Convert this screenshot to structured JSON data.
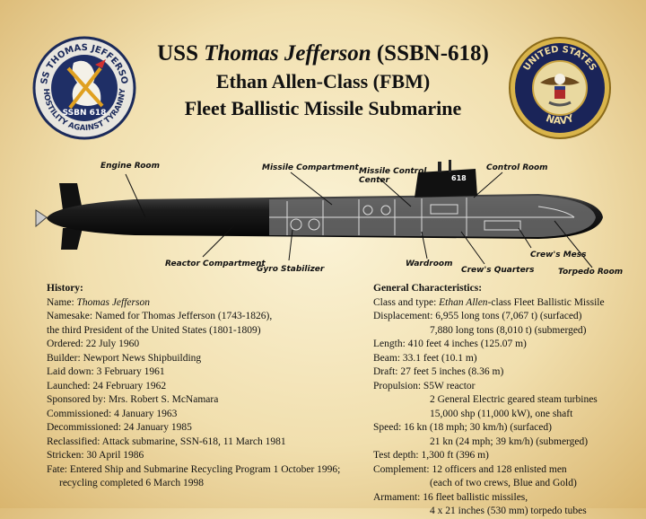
{
  "title": {
    "prefix": "USS ",
    "name": "Thomas Jefferson",
    "suffix": " (SSBN-618)",
    "line2": "Ethan Allen-Class (FBM)",
    "line3": "Fleet Ballistic Missile Submarine"
  },
  "patch": {
    "top_text": "USS THOMAS JEFFERSON",
    "hull": "SSBN 618",
    "motto": "HOSTILITY AGAINST TYRANNY"
  },
  "navy_seal": {
    "top_text": "UNITED STATES",
    "bottom_text": "NAVY"
  },
  "sail_number": "618",
  "callouts": {
    "engine_room": "Engine Room",
    "missile_compartment": "Missile Compartment",
    "missile_control_center_1": "Missile Control",
    "missile_control_center_2": "Center",
    "control_room": "Control Room",
    "reactor_compartment": "Reactor Compartment",
    "gyro_stabilizer": "Gyro Stabilizer",
    "wardroom": "Wardroom",
    "crews_quarters": "Crew's Quarters",
    "crews_mess": "Crew's Mess",
    "torpedo_room": "Torpedo Room"
  },
  "history": {
    "heading": "History:",
    "name_label": "Name: ",
    "name_value": "Thomas Jefferson",
    "lines": [
      "Namesake:  Named for Thomas Jefferson (1743-1826),",
      "the third President of the United States (1801-1809)",
      "Ordered: 22 July 1960",
      "Builder: Newport News Shipbuilding",
      "Laid down: 3 February 1961",
      "Launched: 24 February 1962",
      "Sponsored by:  Mrs. Robert S. McNamara",
      "Commissioned: 4 January 1963",
      "Decommissioned: 24 January 1985",
      "Reclassified:  Attack submarine, SSN-618, 11 March 1981",
      "Stricken: 30 April 1986",
      "Fate: Entered Ship and Submarine Recycling Program 1 October 1996;"
    ],
    "last_line": "recycling completed 6 March 1998"
  },
  "general": {
    "heading": "General Characteristics:",
    "class_label": "Class and type:  ",
    "class_name": "Ethan Allen",
    "class_rest": "-class Fleet Ballistic Missile",
    "displacement_1": "Displacement: 6,955 long tons (7,067 t) (surfaced)",
    "displacement_2": "7,880 long tons (8,010 t) (submerged)",
    "length": "Length: 410 feet 4 inches (125.07 m)",
    "beam": "Beam: 33.1 feet (10.1 m)",
    "draft": "Draft: 27 feet 5 inches (8.36 m)",
    "propulsion_1": "Propulsion: S5W reactor",
    "propulsion_2": "2 General Electric geared steam turbines",
    "propulsion_3": "15,000 shp (11,000 kW), one shaft",
    "speed_1": "Speed: 16 kn (18 mph; 30 km/h) (surfaced)",
    "speed_2": "21 kn (24 mph; 39 km/h) (submerged)",
    "test_depth": "Test depth: 1,300 ft (396 m)",
    "complement_1": "Complement: 12 officers and 128 enlisted men",
    "complement_2": "(each of two crews, Blue and Gold)",
    "armament_1": "Armament: 16 fleet ballistic missiles,",
    "armament_2": "4 x 21 inches (530 mm) torpedo tubes"
  }
}
